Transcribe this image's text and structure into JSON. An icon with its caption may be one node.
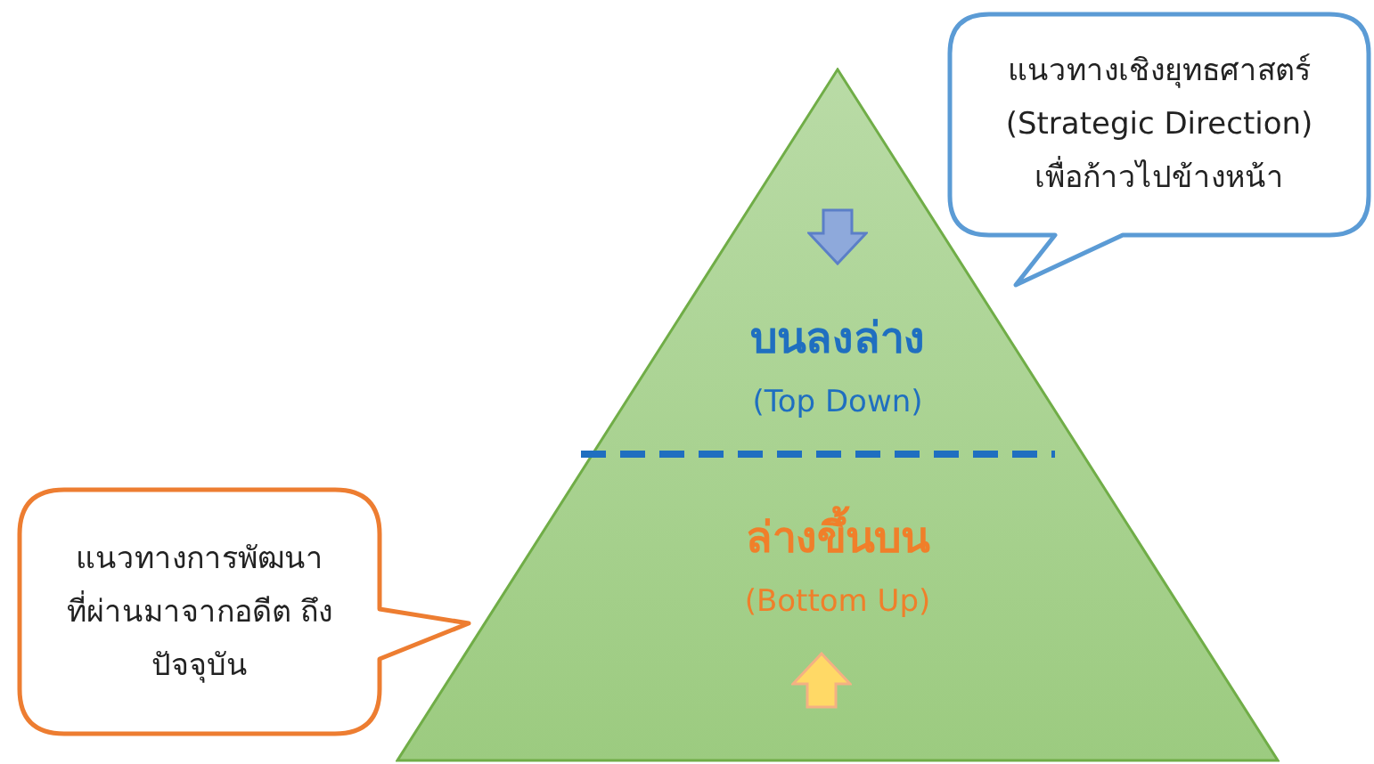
{
  "diagram": {
    "nodes": [
      {
        "text": [
          "แนวทางเชิงยุทธศาสตร์ (Strategic Direction) เพื่อก้าวไปข้างหน้า"
        ]
      },
      {
        "text": [
          "บนลงล่าง",
          "(Top Down)",
          "ล่างขึ้นบน",
          "(Bottom Up)"
        ]
      },
      {
        "text": [
          "แนวทางการพัฒนา ที่ผ่านมาจากอดีต ถึงปัจจุบัน"
        ]
      }
    ]
  }
}
